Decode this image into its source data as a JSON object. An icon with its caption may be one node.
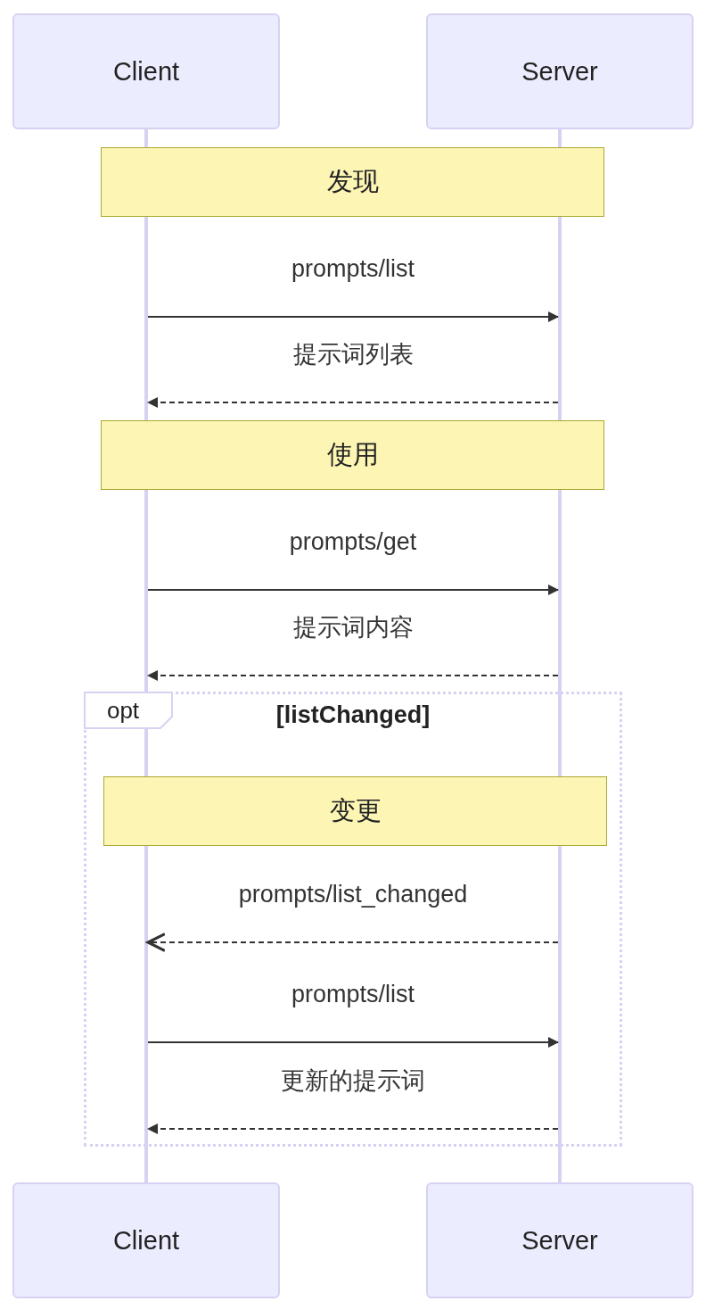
{
  "diagram": {
    "nodes": [
      {
        "text": [
          "Client"
        ]
      },
      {
        "text": [
          "Server"
        ]
      },
      {
        "text": [],
        "shape": "bar"
      },
      {
        "text": [],
        "shape": "bar"
      },
      {
        "text": [
          "Client"
        ]
      },
      {
        "text": [
          "Server"
        ]
      },
      {
        "text": [
          "发现"
        ]
      },
      {
        "text": [
          "使用"
        ]
      },
      {
        "text": [
          "opt",
          "[listChanged]"
        ]
      },
      {
        "text": [
          "变更"
        ],
        "in": 8
      }
    ],
    "edges": [
      {
        "from": 2,
        "to": 3,
        "arrow": "to",
        "label": "prompts/list"
      },
      {
        "from": 3,
        "to": 2,
        "arrow": "to",
        "label": "提示词列表",
        "style": "dashed"
      },
      {
        "from": 2,
        "to": 3,
        "arrow": "to",
        "label": "prompts/get"
      },
      {
        "from": 3,
        "to": 2,
        "arrow": "to",
        "label": "提示词内容",
        "style": "dashed"
      },
      {
        "from": 3,
        "to": 2,
        "arrow": "to",
        "label": "prompts/list_changed",
        "style": "dashed"
      },
      {
        "from": 2,
        "to": 3,
        "arrow": "to",
        "label": "prompts/list"
      },
      {
        "from": 3,
        "to": 2,
        "arrow": "to",
        "label": "更新的提示词",
        "style": "dashed"
      }
    ]
  }
}
